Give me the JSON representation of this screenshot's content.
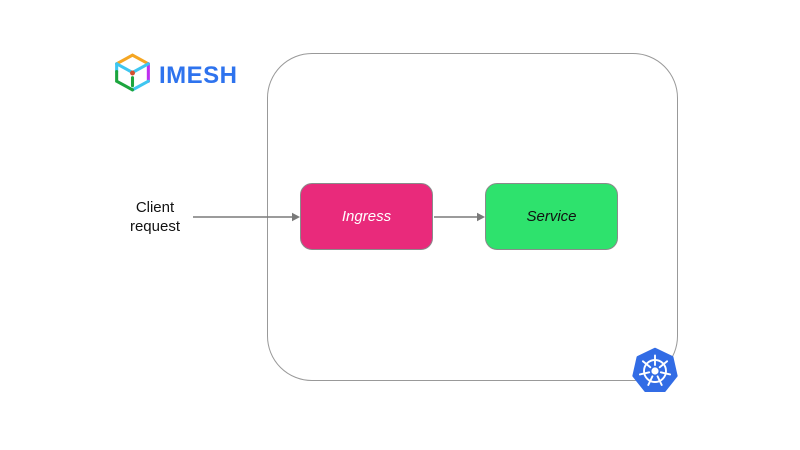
{
  "logo": {
    "wordmark": "IMESH",
    "wordmark_color": "#2E73EE",
    "icon": "imesh-cube-icon",
    "icon_colors": {
      "orange": "#F5A623",
      "magenta": "#BE2FF0",
      "cyan": "#3EC6F0",
      "green": "#1CA53E",
      "red": "#D3502E"
    }
  },
  "cluster": {
    "border_color": "#999999",
    "icon": "kubernetes-logo-icon",
    "kubernetes_blue": "#326CE5"
  },
  "flow": {
    "client_label": "Client\nrequest",
    "arrow_color": "#7a7a7a",
    "nodes": [
      {
        "id": "ingress",
        "label": "Ingress",
        "fill": "#E92A7B",
        "text_color": "#FFFFFF",
        "border_color": "#8a8a8a"
      },
      {
        "id": "service",
        "label": "Service",
        "fill": "#2EE26D",
        "text_color": "#111111",
        "border_color": "#8a8a8a"
      }
    ]
  }
}
